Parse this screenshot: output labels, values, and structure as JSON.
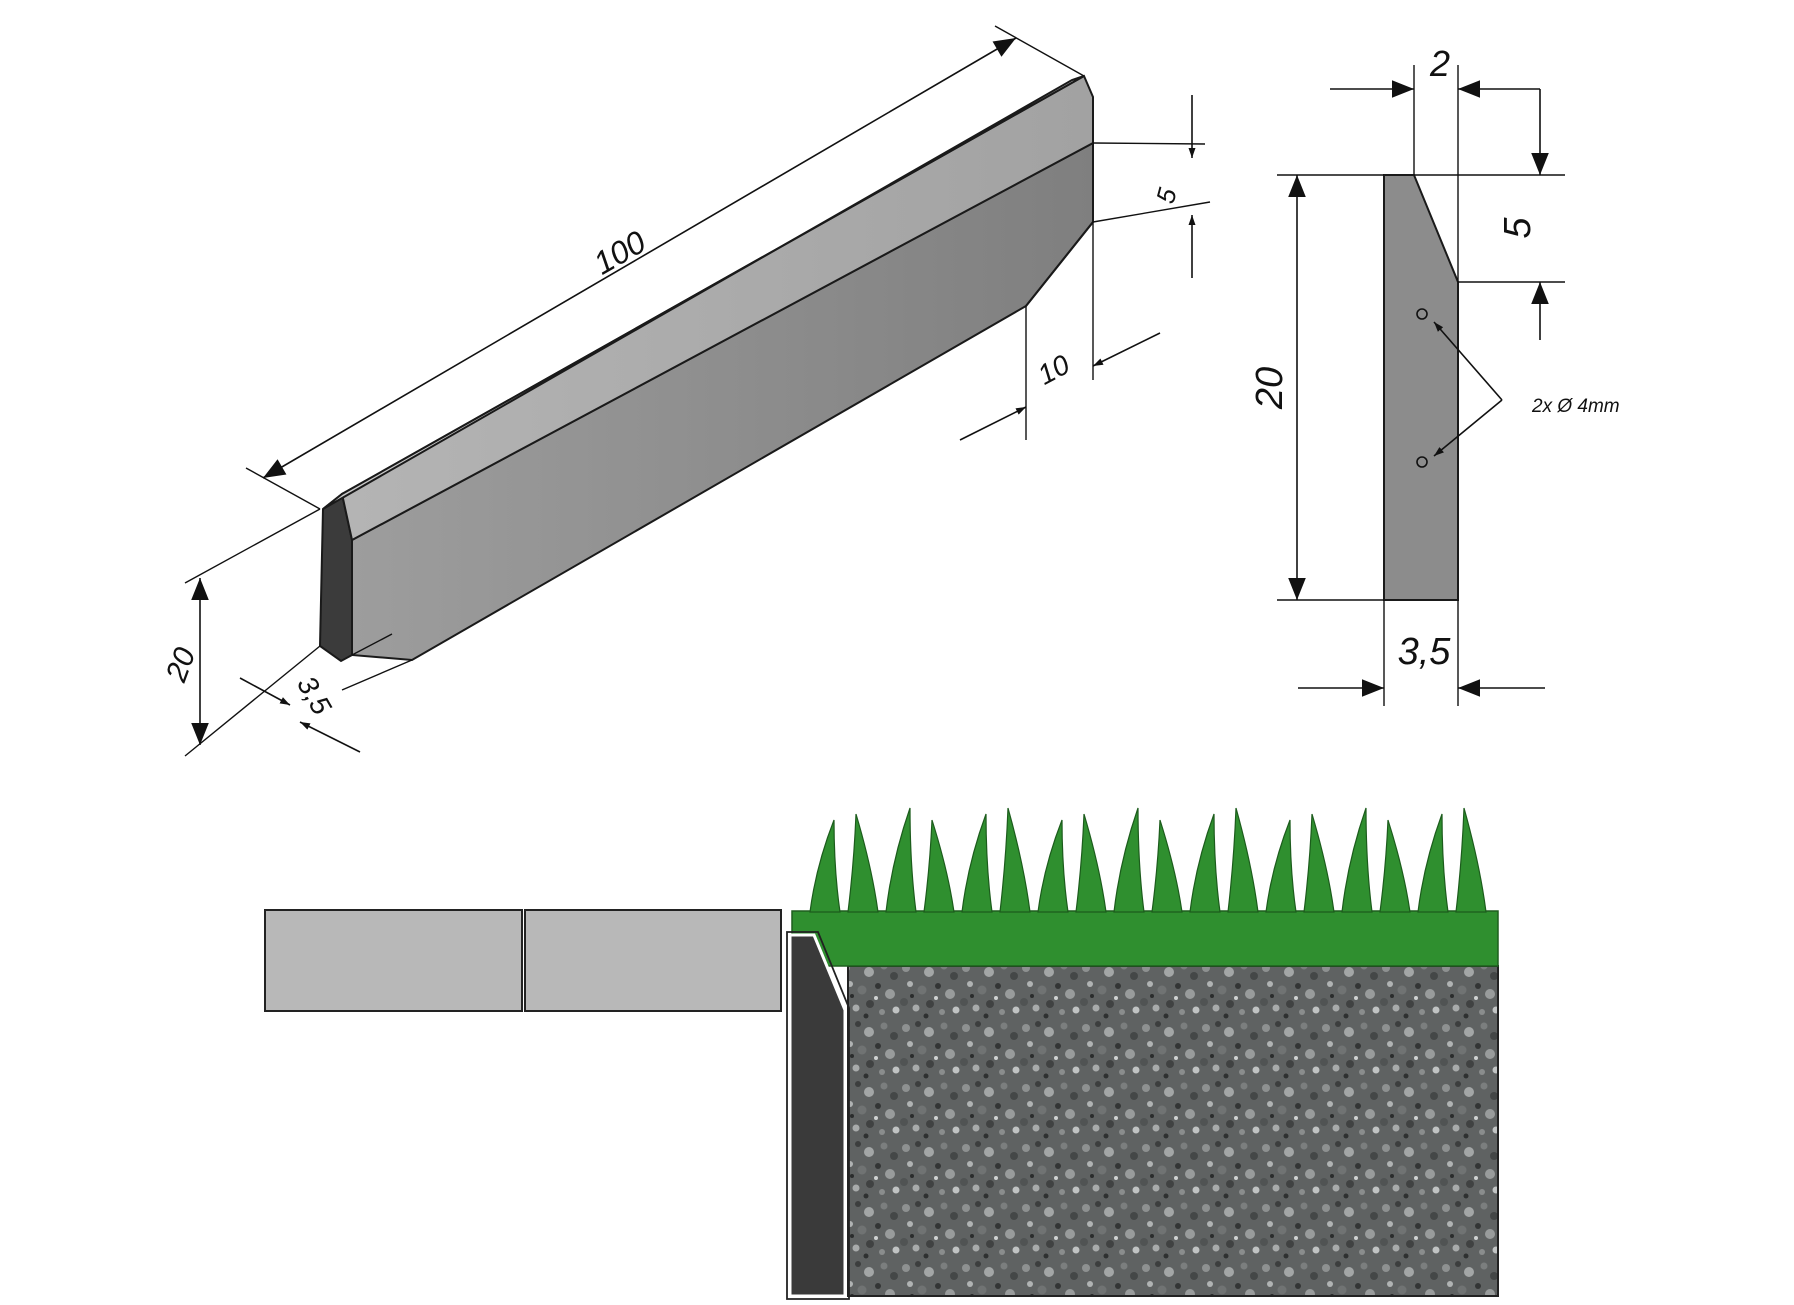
{
  "isometric_view": {
    "length_label": "100",
    "height_label": "20",
    "thickness_label": "3,5",
    "chamfer_height_label": "5",
    "chamfer_width_label": "10"
  },
  "section_view": {
    "top_width_label": "2",
    "chamfer_label": "5",
    "height_label": "20",
    "base_width_label": "3,5",
    "holes_note": "2x Ø 4mm"
  },
  "installation_view": {
    "pavers": 2,
    "colors": {
      "paver": "#b8b8b8",
      "edging": "#3a3a3a",
      "grass": "#2f8f2f",
      "gravel": "#6b6b6b"
    }
  }
}
